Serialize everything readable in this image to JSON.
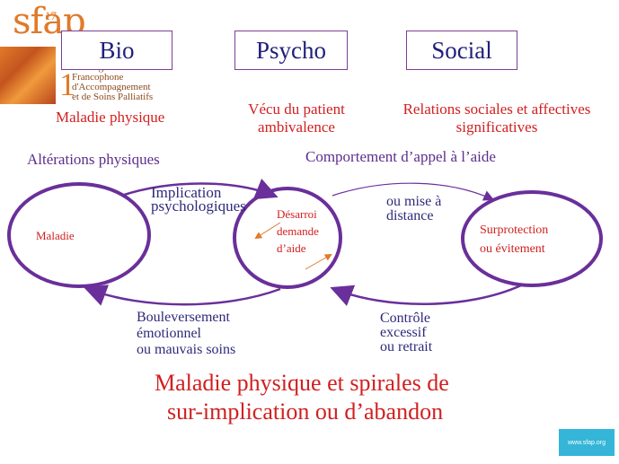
{
  "logo": {
    "brand": "sfap",
    "edition": "17",
    "big_numeral": "1",
    "congress_line1": "er Congrès",
    "congress_line2": "Francophone",
    "congress_line3": "d'Accompagnement",
    "congress_line4": "et de Soins Palliatifs"
  },
  "header_boxes": {
    "bio": "Bio",
    "psycho": "Psycho",
    "social": "Social"
  },
  "subheads": {
    "bio": "Maladie physique",
    "psycho_line1": "Vécu du patient",
    "psycho_line2": "ambivalence",
    "social_line1": "Relations sociales et affectives",
    "social_line2": "significatives"
  },
  "section_labels": {
    "left": "Altérations physiques",
    "right": "Comportement d’appel à l’aide"
  },
  "nodes": {
    "maladie": "Maladie",
    "desarroi_line1": "Désarroi",
    "desarroi_line2": "demande",
    "desarroi_line3": "d’aide",
    "surprotection_line1": "Surprotection",
    "surprotection_line2": "ou évitement"
  },
  "edge_labels": {
    "implication_line1": "Implication",
    "implication_line2": "psychologiques",
    "distance_line1": "ou mise à",
    "distance_line2": "distance",
    "bouleversement_line1": "Bouleversement",
    "bouleversement_line2": "émotionnel",
    "bouleversement_line3": "ou mauvais soins",
    "controle_line1": "Contrôle",
    "controle_line2": "excessif",
    "controle_line3": "ou retrait"
  },
  "footer_title": {
    "line1": "Maladie physique et spirales de",
    "line2": "sur-implication ou d’abandon"
  },
  "footer_badge": "www.sfap.org",
  "colors": {
    "accent_purple": "#6a2f9a",
    "title_red": "#d12020",
    "navy": "#2e2a7a",
    "logo_orange": "#e07a2a",
    "badge_blue": "#35b5d8"
  }
}
